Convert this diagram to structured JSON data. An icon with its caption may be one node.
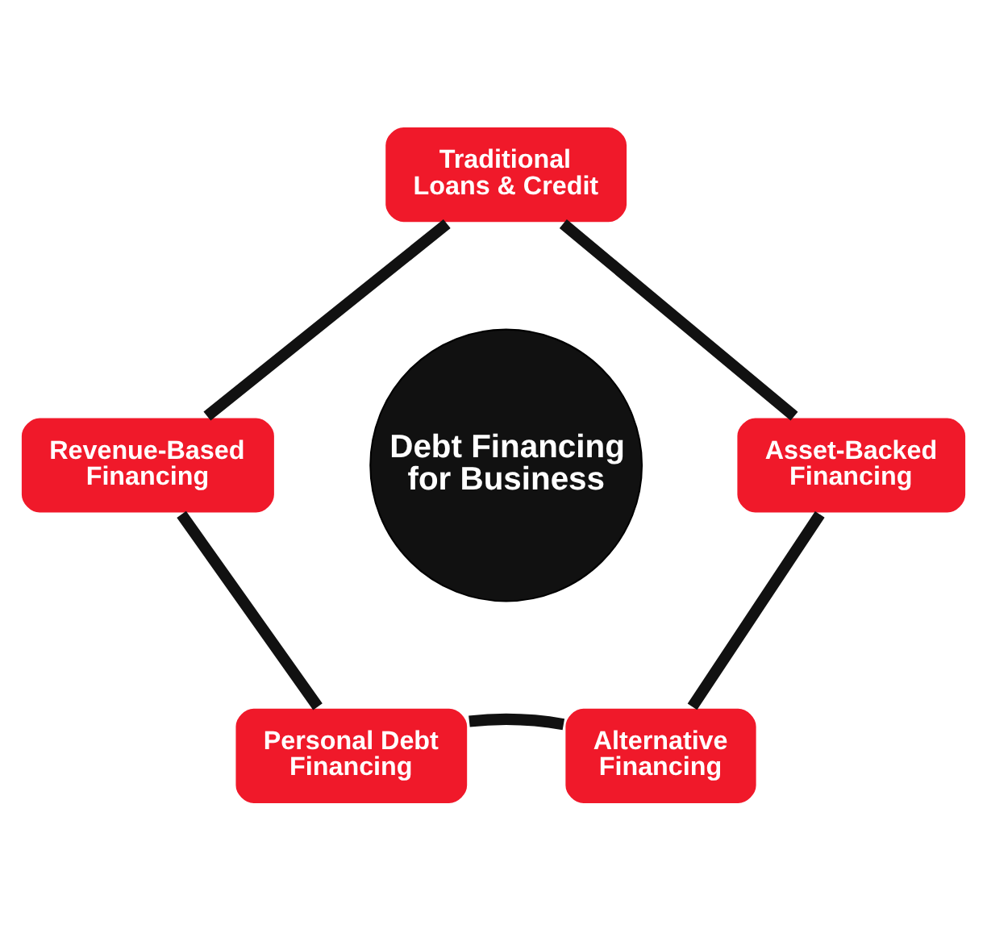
{
  "diagram": {
    "nodes": [
      {
        "text": [
          "Traditional Loans & Credit"
        ]
      },
      {
        "text": [
          "Revenue-Based Financing"
        ]
      },
      {
        "text": [
          "Debt Financing for Business"
        ]
      },
      {
        "text": [
          "Asset-Backed Financing"
        ]
      },
      {
        "text": [
          "Personal Debt Financing"
        ]
      },
      {
        "text": [
          "Alternative Financing"
        ]
      }
    ],
    "edges": [
      {
        "from": 0,
        "to": 3,
        "arrow": "none"
      },
      {
        "from": 3,
        "to": 5,
        "arrow": "none"
      },
      {
        "from": 5,
        "to": 4,
        "arrow": "none"
      },
      {
        "from": 4,
        "to": 1,
        "arrow": "none"
      },
      {
        "from": 1,
        "to": 0,
        "arrow": "none"
      }
    ]
  }
}
